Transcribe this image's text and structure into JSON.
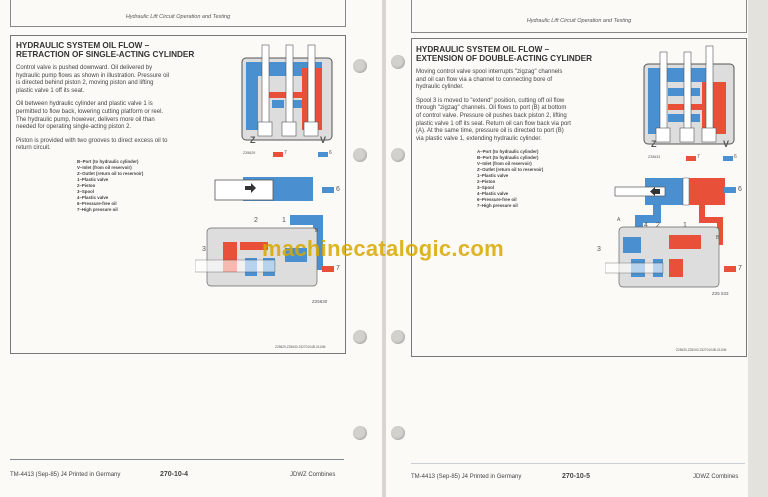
{
  "left_page": {
    "header": "Hydraulic Lift Circuit Operation and Testing",
    "title_line1": "HYDRAULIC SYSTEM OIL FLOW –",
    "title_line2": "RETRACTION OF SINGLE-ACTING CYLINDER",
    "paragraphs": [
      "Control valve is pushed downward. Oil delivered by hydraulic pump flows as shown in illustration. Pressure oil is directed behind piston 2, moving piston and lifting plastic valve 1 off its seat.",
      "Oil between hydraulic cylinder and plastic valve 1 is permitted to flow back, lowering cutting platform or reel. The hydraulic pump, however, delivers more oil than needed for operating single-acting piston 2.",
      "Piston is provided with two grooves to direct excess oil to return circuit."
    ],
    "legend": [
      "B–Port (to hydraulic cylinder)",
      "V–Inlet (from oil reservoir)",
      "Z–Outlet (return oil to reservoir)",
      "1–Plastic valve",
      "2–Piston",
      "3–Spool",
      "4–Plastic valve",
      "6–Pressure-free oil",
      "7–High pressure oil"
    ],
    "fig1": {
      "label_z": "Z",
      "label_v": "V",
      "code": "Z35629",
      "swatch7": "7",
      "swatch6": "6"
    },
    "fig2": {
      "swatch6": "6",
      "swatch7": "7",
      "n1": "1",
      "n2": "2",
      "n3": "3",
      "port_b": "B",
      "code": "Z25630"
    },
    "ref_code": "Z25629,Z25630-23270104B-0110M",
    "footer": {
      "left": "TM-4413 (Sep-85) J4 Printed in Germany",
      "page": "270-10-4",
      "right": "JDWZ Combines"
    }
  },
  "right_page": {
    "header": "Hydraulic Lift Circuit Operation and Testing",
    "title_line1": "HYDRAULIC SYSTEM OIL FLOW –",
    "title_line2": "EXTENSION OF DOUBLE-ACTING CYLINDER",
    "paragraphs": [
      "Moving control valve spool interrupts \"zigzag\" channels and oil can flow via a channel to connecting bore of hydraulic cylinder.",
      "Spool 3 is moved to \"extend\" position, cutting off oil flow through \"zigzag\" channels. Oil flows to port (B) at bottom of control valve. Pressure oil pushes back piston 2, lifting plastic valve 1 off its seat. Return oil can flow back via port (A). At the same time, pressure oil is directed to port (B) via plastic valve 1, extending hydraulic cylinder."
    ],
    "legend": [
      "A–Port (to hydraulic cylinder)",
      "B–Port (to hydraulic cylinder)",
      "V–Inlet (from oil reservoir)",
      "Z–Outlet (return oil to reservoir)",
      "1–Plastic valve",
      "2–Piston",
      "3–Spool",
      "4–Plastic valve",
      "6–Pressure-free oil",
      "7–High pressure oil"
    ],
    "fig1": {
      "label_z": "Z",
      "label_v": "V",
      "code": "Z35633",
      "swatch7": "7",
      "swatch6": "6"
    },
    "fig2": {
      "swatch6": "6",
      "swatch7": "7",
      "n1": "1",
      "n2": "2",
      "n3": "3",
      "n4": "4",
      "port_a": "A",
      "port_b": "B",
      "code": "Z25 533"
    },
    "ref_code": "Z25630,Z25000-23270104B-0110M",
    "footer": {
      "left": "TM-4413 (Sep-85) J4 Printed in Germany",
      "page": "270-10-5",
      "right": "JDWZ Combines"
    }
  },
  "watermark": "machinecatalogic.com",
  "colors": {
    "pressure_free": "#4a8fd0",
    "high_pressure": "#e8503a",
    "watermark": "#d8a800"
  }
}
